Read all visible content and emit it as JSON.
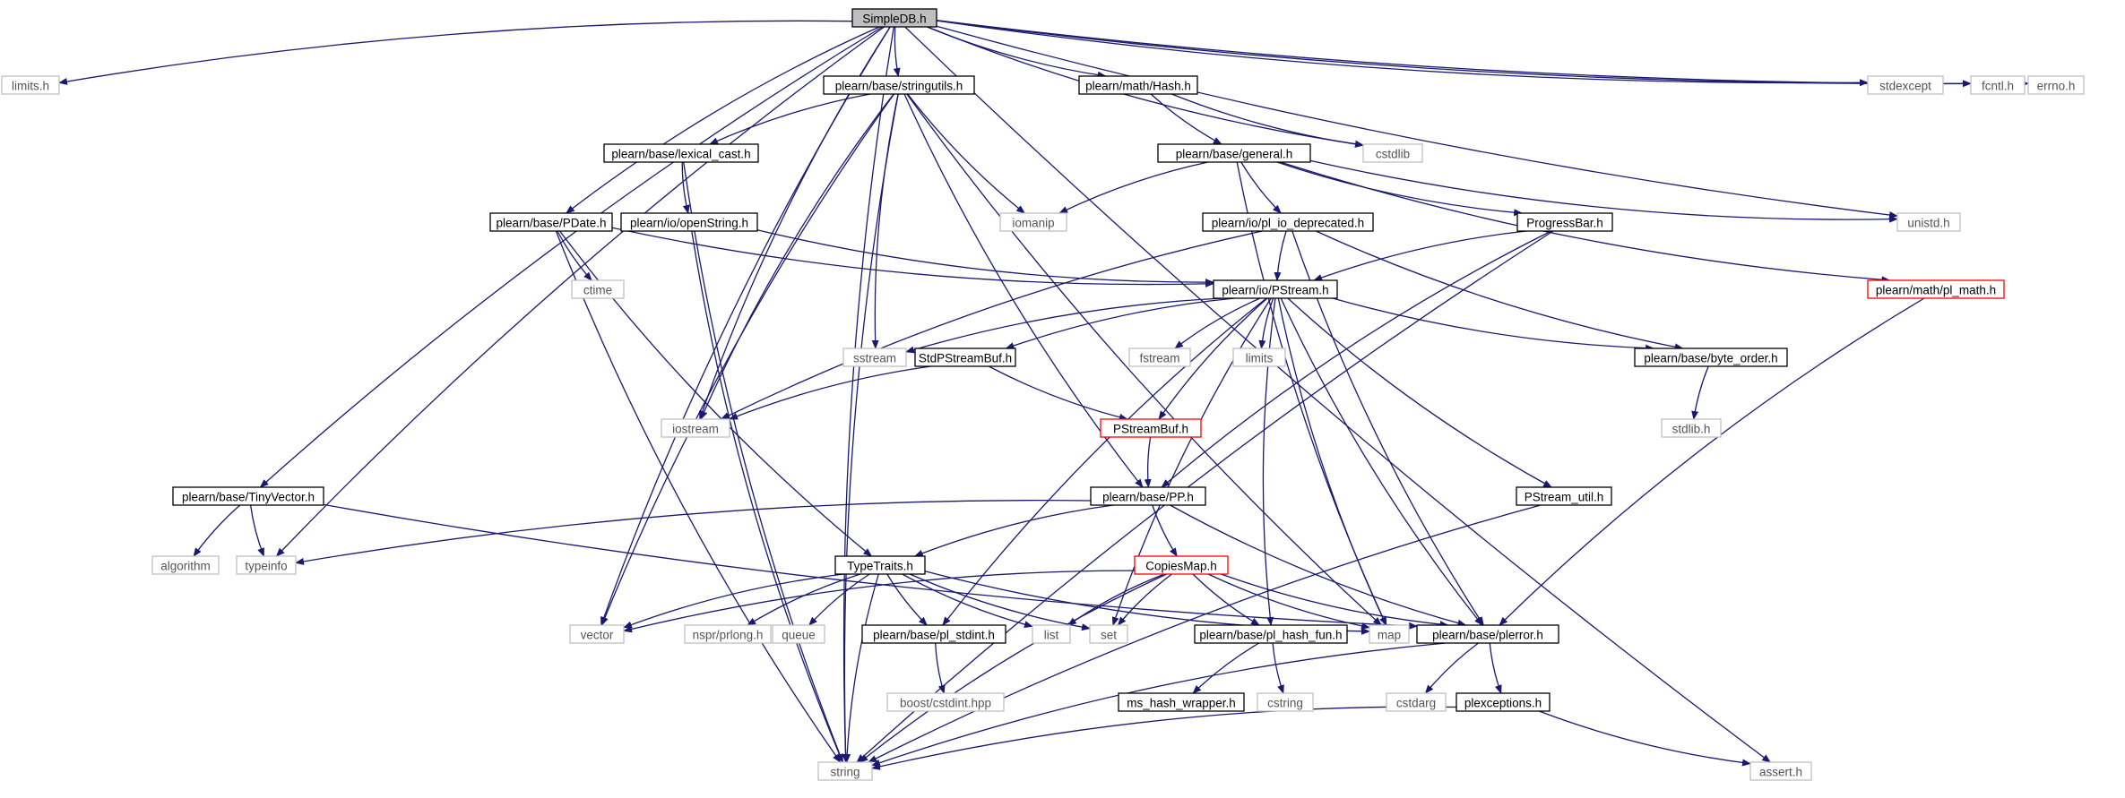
{
  "diagram": {
    "type": "include-dependency-graph",
    "colors": {
      "edge": "#191970",
      "root_fill": "#bfbfbf",
      "internal_border": "#000000",
      "truncated_border": "#ff0000",
      "external_border": "#bfbfbf",
      "external_text": "#555555"
    },
    "nodes": [
      {
        "id": "simpledb",
        "label": "SimpleDB.h",
        "kind": "root"
      },
      {
        "id": "limits_h",
        "label": "limits.h",
        "kind": "external"
      },
      {
        "id": "stringutils",
        "label": "plearn/base/stringutils.h",
        "kind": "internal"
      },
      {
        "id": "hash",
        "label": "plearn/math/Hash.h",
        "kind": "internal"
      },
      {
        "id": "stdexcept",
        "label": "stdexcept",
        "kind": "external"
      },
      {
        "id": "fcntl",
        "label": "fcntl.h",
        "kind": "external"
      },
      {
        "id": "errno",
        "label": "errno.h",
        "kind": "external"
      },
      {
        "id": "lexical_cast",
        "label": "plearn/base/lexical_cast.h",
        "kind": "internal"
      },
      {
        "id": "general",
        "label": "plearn/base/general.h",
        "kind": "internal"
      },
      {
        "id": "cstdlib",
        "label": "cstdlib",
        "kind": "external"
      },
      {
        "id": "pdate",
        "label": "plearn/base/PDate.h",
        "kind": "internal"
      },
      {
        "id": "openstring",
        "label": "plearn/io/openString.h",
        "kind": "internal"
      },
      {
        "id": "iomanip",
        "label": "iomanip",
        "kind": "external"
      },
      {
        "id": "pl_io_deprecated",
        "label": "plearn/io/pl_io_deprecated.h",
        "kind": "internal"
      },
      {
        "id": "progressbar",
        "label": "ProgressBar.h",
        "kind": "internal"
      },
      {
        "id": "unistd",
        "label": "unistd.h",
        "kind": "external"
      },
      {
        "id": "ctime",
        "label": "ctime",
        "kind": "external"
      },
      {
        "id": "pstream",
        "label": "plearn/io/PStream.h",
        "kind": "internal"
      },
      {
        "id": "pl_math",
        "label": "plearn/math/pl_math.h",
        "kind": "truncated"
      },
      {
        "id": "sstream",
        "label": "sstream",
        "kind": "external"
      },
      {
        "id": "stdpstreambuf",
        "label": "StdPStreamBuf.h",
        "kind": "internal"
      },
      {
        "id": "fstream",
        "label": "fstream",
        "kind": "external"
      },
      {
        "id": "limits",
        "label": "limits",
        "kind": "external"
      },
      {
        "id": "byte_order",
        "label": "plearn/base/byte_order.h",
        "kind": "internal"
      },
      {
        "id": "iostream",
        "label": "iostream",
        "kind": "external"
      },
      {
        "id": "pstreambuf",
        "label": "PStreamBuf.h",
        "kind": "truncated"
      },
      {
        "id": "stdlib_h",
        "label": "stdlib.h",
        "kind": "external"
      },
      {
        "id": "pp",
        "label": "plearn/base/PP.h",
        "kind": "internal"
      },
      {
        "id": "tinyvector",
        "label": "plearn/base/TinyVector.h",
        "kind": "internal"
      },
      {
        "id": "pstream_util",
        "label": "PStream_util.h",
        "kind": "internal"
      },
      {
        "id": "algorithm",
        "label": "algorithm",
        "kind": "external"
      },
      {
        "id": "typeinfo",
        "label": "typeinfo",
        "kind": "external"
      },
      {
        "id": "typetraits",
        "label": "TypeTraits.h",
        "kind": "internal"
      },
      {
        "id": "copiesmap",
        "label": "CopiesMap.h",
        "kind": "truncated"
      },
      {
        "id": "vector",
        "label": "vector",
        "kind": "external"
      },
      {
        "id": "prlong",
        "label": "nspr/prlong.h",
        "kind": "external"
      },
      {
        "id": "queue",
        "label": "queue",
        "kind": "external"
      },
      {
        "id": "pl_stdint",
        "label": "plearn/base/pl_stdint.h",
        "kind": "internal"
      },
      {
        "id": "list",
        "label": "list",
        "kind": "external"
      },
      {
        "id": "set",
        "label": "set",
        "kind": "external"
      },
      {
        "id": "pl_hash_fun",
        "label": "plearn/base/pl_hash_fun.h",
        "kind": "internal"
      },
      {
        "id": "map",
        "label": "map",
        "kind": "external"
      },
      {
        "id": "plerror",
        "label": "plearn/base/plerror.h",
        "kind": "internal"
      },
      {
        "id": "boost_cstdint",
        "label": "boost/cstdint.hpp",
        "kind": "external"
      },
      {
        "id": "ms_hash_wrapper",
        "label": "ms_hash_wrapper.h",
        "kind": "internal"
      },
      {
        "id": "cstring",
        "label": "cstring",
        "kind": "external"
      },
      {
        "id": "cstdarg",
        "label": "cstdarg",
        "kind": "external"
      },
      {
        "id": "plexceptions",
        "label": "plexceptions.h",
        "kind": "internal"
      },
      {
        "id": "string",
        "label": "string",
        "kind": "external"
      },
      {
        "id": "assert_h",
        "label": "assert.h",
        "kind": "external"
      }
    ],
    "edges": [
      [
        "simpledb",
        "limits_h"
      ],
      [
        "simpledb",
        "stringutils"
      ],
      [
        "simpledb",
        "hash"
      ],
      [
        "simpledb",
        "stdexcept"
      ],
      [
        "simpledb",
        "fcntl"
      ],
      [
        "simpledb",
        "errno"
      ],
      [
        "simpledb",
        "cstdlib"
      ],
      [
        "simpledb",
        "unistd"
      ],
      [
        "simpledb",
        "pdate"
      ],
      [
        "simpledb",
        "tinyvector"
      ],
      [
        "simpledb",
        "typeinfo"
      ],
      [
        "simpledb",
        "vector"
      ],
      [
        "simpledb",
        "iostream"
      ],
      [
        "simpledb",
        "string"
      ],
      [
        "simpledb",
        "assert_h"
      ],
      [
        "stringutils",
        "lexical_cast"
      ],
      [
        "stringutils",
        "iomanip"
      ],
      [
        "stringutils",
        "sstream"
      ],
      [
        "stringutils",
        "iostream"
      ],
      [
        "stringutils",
        "vector"
      ],
      [
        "stringutils",
        "string"
      ],
      [
        "stringutils",
        "map"
      ],
      [
        "stringutils",
        "pp"
      ],
      [
        "hash",
        "general"
      ],
      [
        "hash",
        "cstdlib"
      ],
      [
        "lexical_cast",
        "openstring"
      ],
      [
        "lexical_cast",
        "string"
      ],
      [
        "general",
        "iomanip"
      ],
      [
        "general",
        "pl_io_deprecated"
      ],
      [
        "general",
        "progressbar"
      ],
      [
        "general",
        "unistd"
      ],
      [
        "general",
        "pl_math"
      ],
      [
        "general",
        "map"
      ],
      [
        "pdate",
        "ctime"
      ],
      [
        "pdate",
        "pstream"
      ],
      [
        "pdate",
        "typetraits"
      ],
      [
        "pdate",
        "string"
      ],
      [
        "openstring",
        "pstream"
      ],
      [
        "openstring",
        "string"
      ],
      [
        "pl_io_deprecated",
        "pstream"
      ],
      [
        "pl_io_deprecated",
        "byte_order"
      ],
      [
        "pl_io_deprecated",
        "iostream"
      ],
      [
        "pl_io_deprecated",
        "plerror"
      ],
      [
        "progressbar",
        "pstream"
      ],
      [
        "progressbar",
        "pp"
      ],
      [
        "progressbar",
        "string"
      ],
      [
        "pl_math",
        "plerror"
      ],
      [
        "pstream",
        "sstream"
      ],
      [
        "pstream",
        "stdpstreambuf"
      ],
      [
        "pstream",
        "fstream"
      ],
      [
        "pstream",
        "limits"
      ],
      [
        "pstream",
        "byte_order"
      ],
      [
        "pstream",
        "pstreambuf"
      ],
      [
        "pstream",
        "pstream_util"
      ],
      [
        "pstream",
        "map"
      ],
      [
        "pstream",
        "set"
      ],
      [
        "pstream",
        "pl_stdint"
      ],
      [
        "pstream",
        "pl_hash_fun"
      ],
      [
        "pstream",
        "plerror"
      ],
      [
        "stdpstreambuf",
        "iostream"
      ],
      [
        "stdpstreambuf",
        "pstreambuf"
      ],
      [
        "byte_order",
        "stdlib_h"
      ],
      [
        "pstreambuf",
        "pp"
      ],
      [
        "pp",
        "typeinfo"
      ],
      [
        "pp",
        "typetraits"
      ],
      [
        "pp",
        "copiesmap"
      ],
      [
        "pp",
        "plerror"
      ],
      [
        "tinyvector",
        "algorithm"
      ],
      [
        "tinyvector",
        "typeinfo"
      ],
      [
        "tinyvector",
        "plerror"
      ],
      [
        "pstream_util",
        "string"
      ],
      [
        "typetraits",
        "vector"
      ],
      [
        "typetraits",
        "prlong"
      ],
      [
        "typetraits",
        "queue"
      ],
      [
        "typetraits",
        "pl_stdint"
      ],
      [
        "typetraits",
        "list"
      ],
      [
        "typetraits",
        "set"
      ],
      [
        "typetraits",
        "map"
      ],
      [
        "typetraits",
        "string"
      ],
      [
        "copiesmap",
        "vector"
      ],
      [
        "copiesmap",
        "list"
      ],
      [
        "copiesmap",
        "set"
      ],
      [
        "copiesmap",
        "pl_hash_fun"
      ],
      [
        "copiesmap",
        "map"
      ],
      [
        "copiesmap",
        "plerror"
      ],
      [
        "copiesmap",
        "string"
      ],
      [
        "pl_stdint",
        "boost_cstdint"
      ],
      [
        "pl_hash_fun",
        "ms_hash_wrapper"
      ],
      [
        "pl_hash_fun",
        "cstring"
      ],
      [
        "plerror",
        "cstdarg"
      ],
      [
        "plerror",
        "plexceptions"
      ],
      [
        "plerror",
        "string"
      ],
      [
        "plexceptions",
        "string"
      ],
      [
        "plexceptions",
        "assert_h"
      ]
    ]
  }
}
